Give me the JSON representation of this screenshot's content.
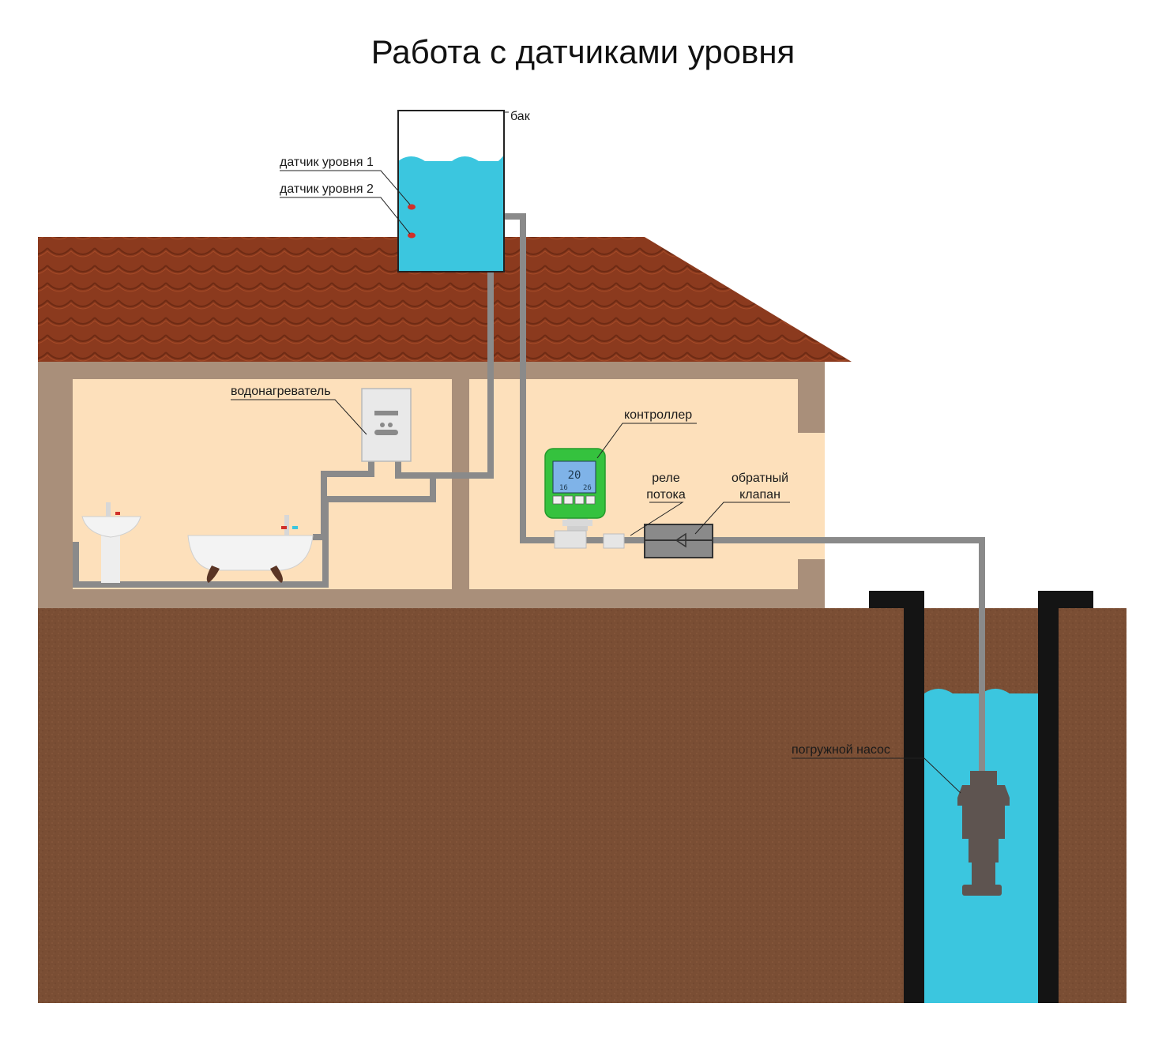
{
  "title": "Работа с датчиками уровня",
  "labels": {
    "tank": "бак",
    "sensor1": "датчик уровня 1",
    "sensor2": "датчик уровня 2",
    "heater": "водонагреватель",
    "controller": "контроллер",
    "flow_relay_line1": "реле",
    "flow_relay_line2": "потока",
    "check_valve_line1": "обратный",
    "check_valve_line2": "клапан",
    "pump": "погружной насос"
  },
  "controller_display": {
    "main": "20",
    "left": "16",
    "right": "26"
  },
  "colors": {
    "water": "#3bc6df",
    "soil": "#7a4e34",
    "roof": "#8b3a1e",
    "wall": "#a98f7a",
    "room": "#fde0bb",
    "pipe": "#8a8a8a",
    "controller_green": "#35c23e",
    "sensor": "#d0302a"
  }
}
